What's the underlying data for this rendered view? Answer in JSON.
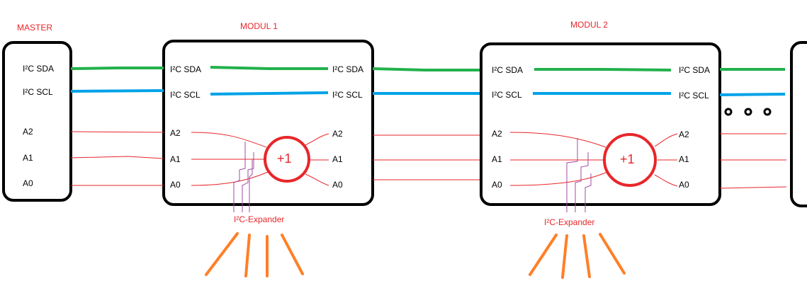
{
  "master": {
    "title": "MASTER",
    "pins": [
      "I²C SDA",
      "I²C SCL",
      "A2",
      "A1",
      "A0"
    ]
  },
  "modules": [
    {
      "title": "MODUL 1",
      "in_pins": [
        "I²C SDA",
        "I²C SCL",
        "A2",
        "A1",
        "A0"
      ],
      "out_pins": [
        "I²C SDA",
        "I²C SCL",
        "A2",
        "A1",
        "A0"
      ],
      "increment": "+1",
      "expander": "I²C-Expander"
    },
    {
      "title": "MODUL 2",
      "in_pins": [
        "I²C SDA",
        "I²C SCL",
        "A2",
        "A1",
        "A0"
      ],
      "out_pins": [
        "I²C SDA",
        "I²C SCL",
        "A2",
        "A1",
        "A0"
      ],
      "increment": "+1",
      "expander": "I²C-Expander"
    }
  ],
  "continuation": "more modules (dots)",
  "colors": {
    "sda": "#22b14c",
    "scl": "#00a2e8",
    "address": "#e8262a",
    "expander_wires": "#a349a4",
    "expander_outputs": "#ff7f27",
    "box": "#000000"
  }
}
